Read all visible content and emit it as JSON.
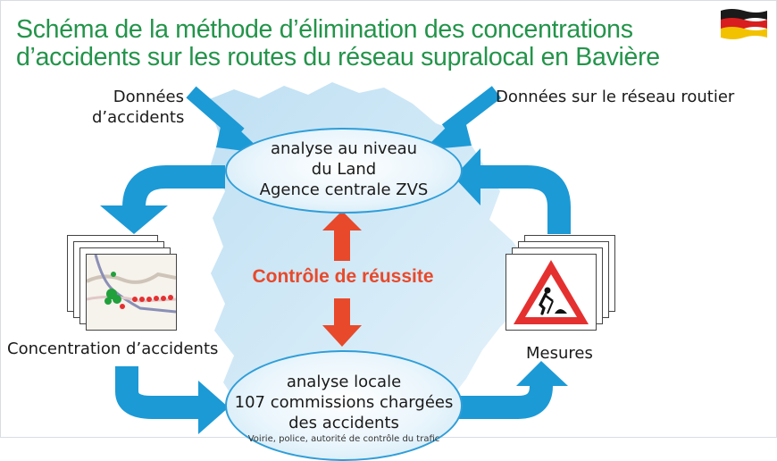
{
  "title": {
    "line1": "Schéma de la méthode d’élimination des concentrations",
    "line2": "d’accidents sur les routes du réseau supralocal en Bavière"
  },
  "colors": {
    "title": "#23944a",
    "arrow_blue": "#1c9ad6",
    "arrow_red": "#e8492b",
    "map": "#cfe6f4"
  },
  "icons": {
    "flag": "german-flag-icon",
    "roadworks": "roadworks-warning-sign-icon",
    "map_thumbnail": "accident-map-thumbnail-icon"
  },
  "inputs": {
    "accident_data": [
      "Données",
      "d’accidents"
    ],
    "road_data": "Données sur le réseau routier"
  },
  "central_analysis": {
    "lines": [
      "analyse au niveau",
      "du Land",
      "Agence centrale ZVS"
    ]
  },
  "success_control": "Contrôle de réussite",
  "accident_concentration": "Concentration d’accidents",
  "measures": "Mesures",
  "local_analysis": {
    "lines": [
      "analyse locale",
      "107 commissions chargées",
      "des accidents"
    ],
    "sub": "Voirie, police, autorité de contrôle du trafic"
  }
}
